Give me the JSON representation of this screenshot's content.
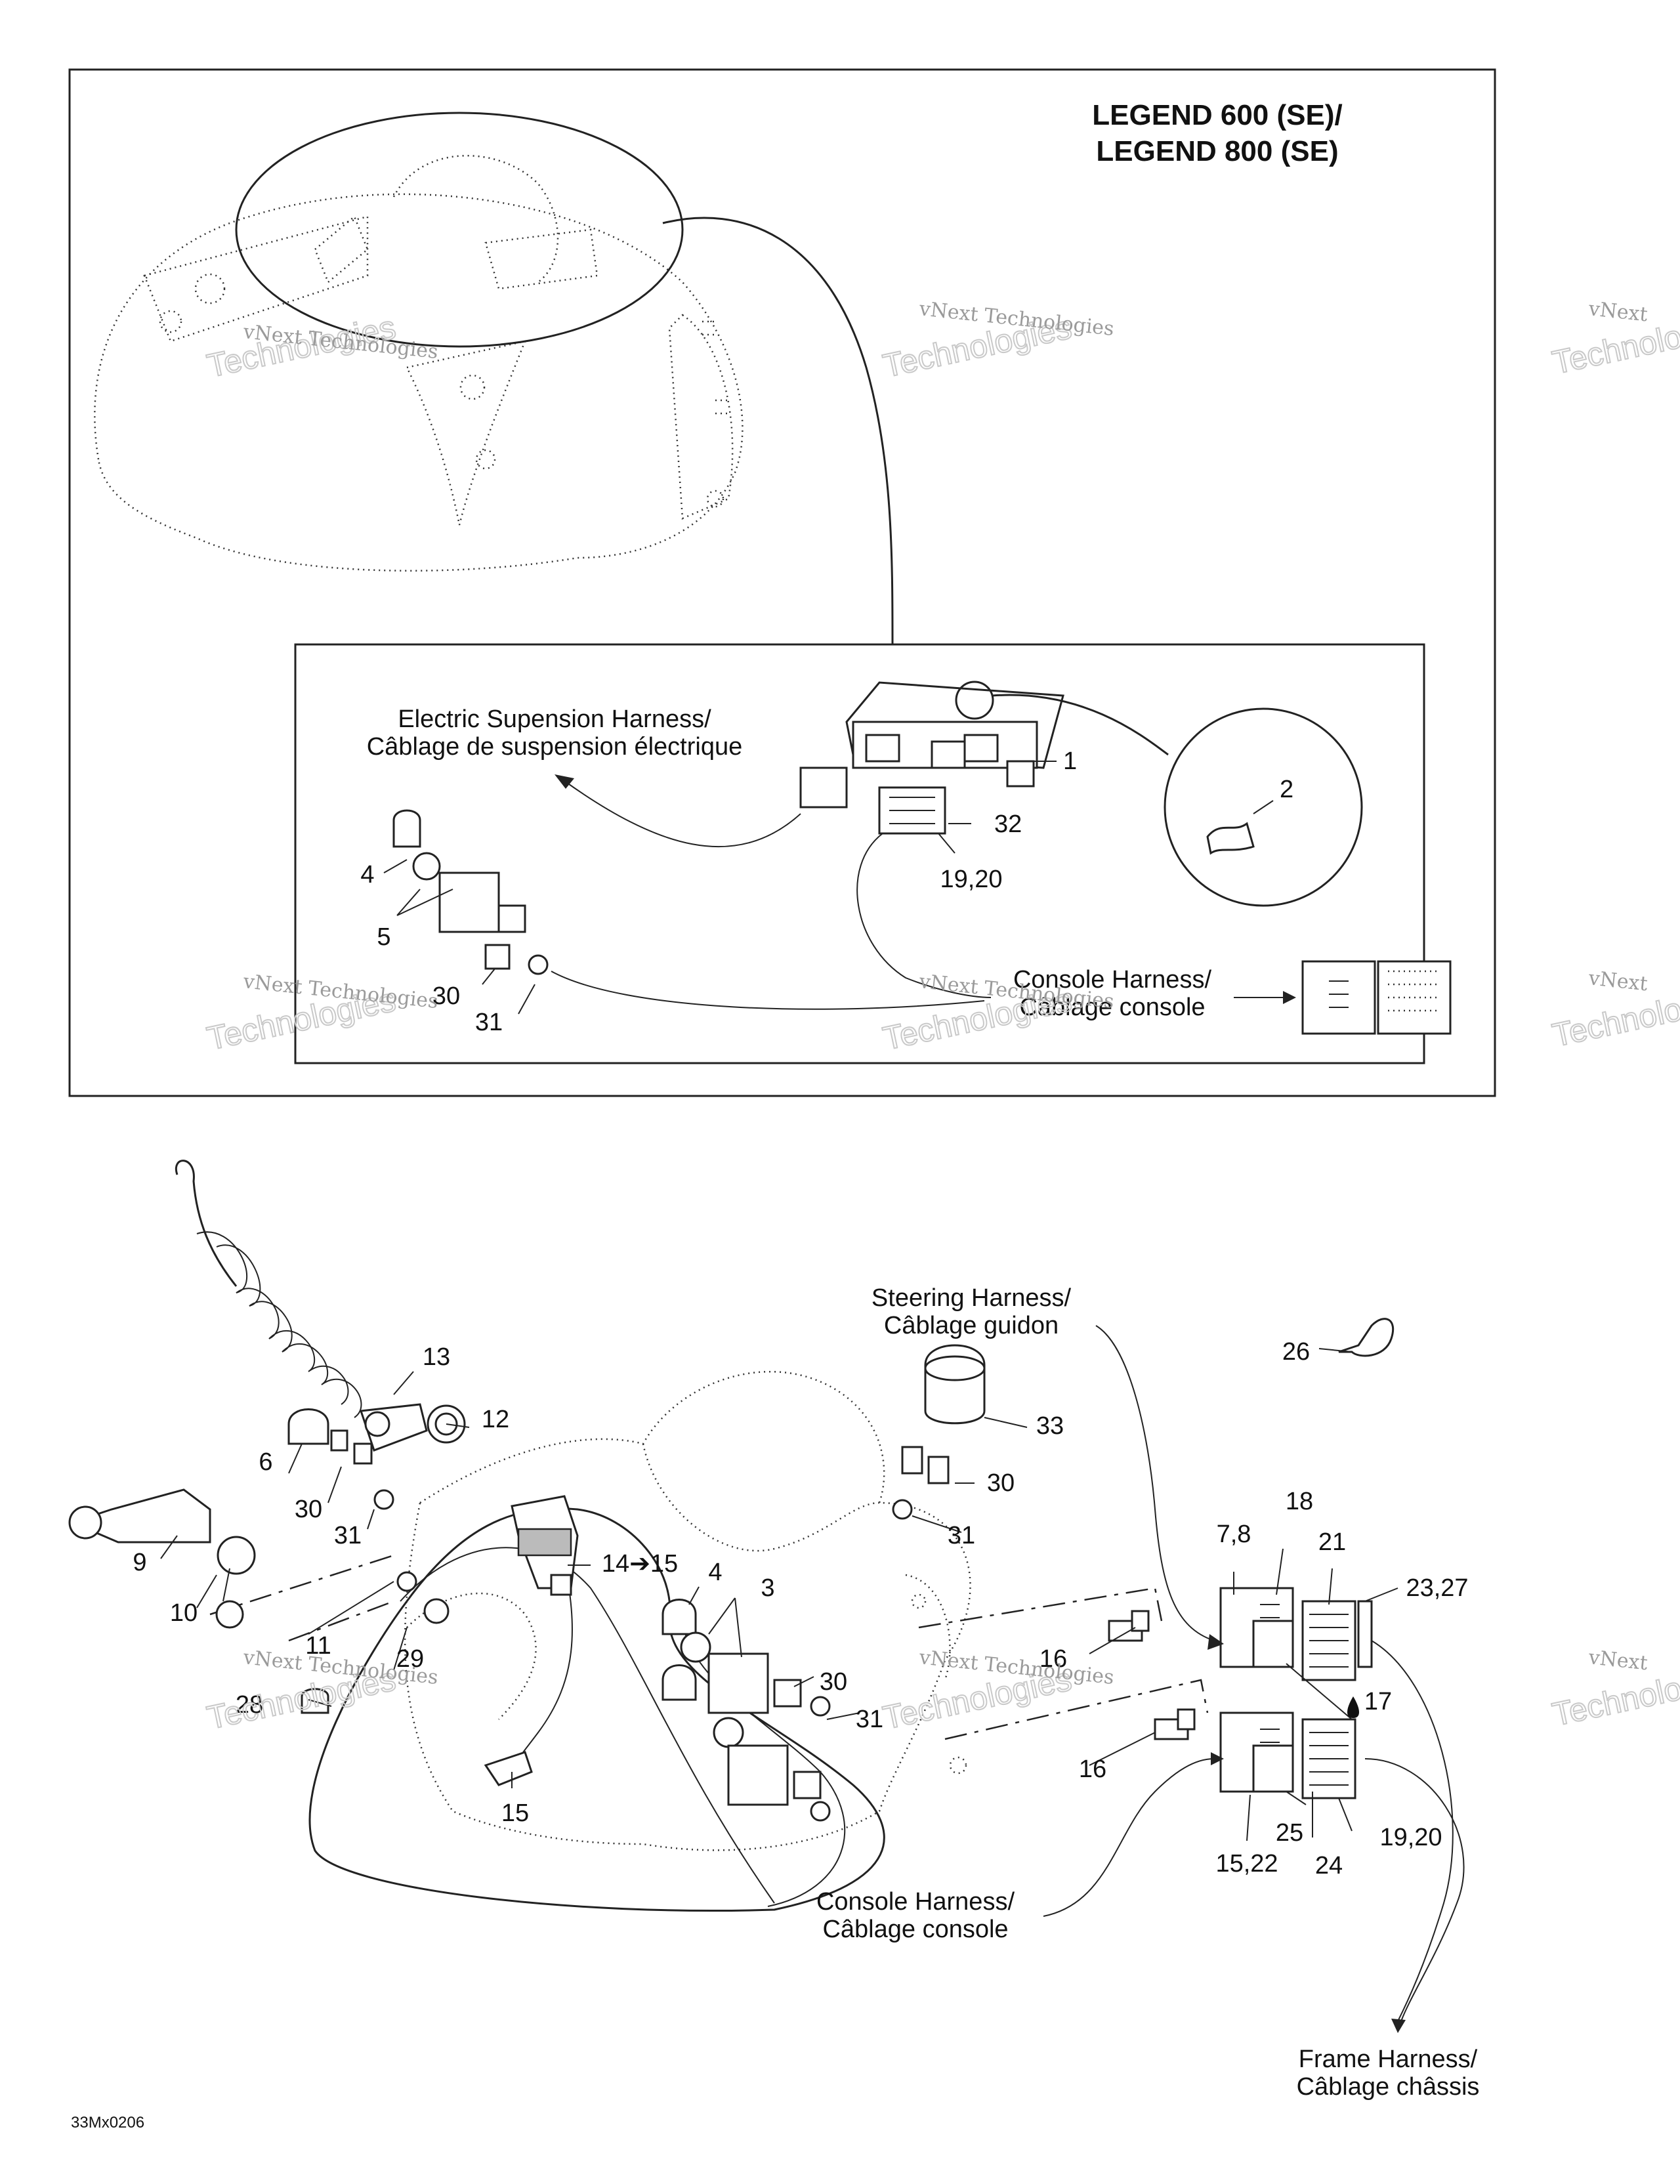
{
  "title_line1": "LEGEND 600 (SE)/",
  "title_line2": "LEGEND 800 (SE)",
  "watermark": {
    "line1": "vNext Technologies",
    "line2": "Technologies",
    "line_small": "vNext"
  },
  "harness_labels": {
    "electric_suspension_1": "Electric Supension Harness/",
    "electric_suspension_2": "Câblage de suspension électrique",
    "console_1": "Console Harness/",
    "console_2": "Câblage console",
    "steering_1": "Steering Harness/",
    "steering_2": "Câblage guidon",
    "frame_1": "Frame Harness/",
    "frame_2": "Câblage châssis"
  },
  "callouts_top": [
    "1",
    "2",
    "32",
    "19,20",
    "4",
    "5",
    "30",
    "31"
  ],
  "callouts_bottom": [
    "13",
    "12",
    "6",
    "30",
    "31",
    "9",
    "10",
    "11",
    "29",
    "28",
    "14➔15",
    "15",
    "4",
    "3",
    "30",
    "31",
    "33",
    "30",
    "31",
    "16",
    "16",
    "7,8",
    "18",
    "21",
    "23,27",
    "17",
    "25",
    "24",
    "19,20",
    "15,22",
    "26"
  ],
  "footer_code": "33Mx0206"
}
